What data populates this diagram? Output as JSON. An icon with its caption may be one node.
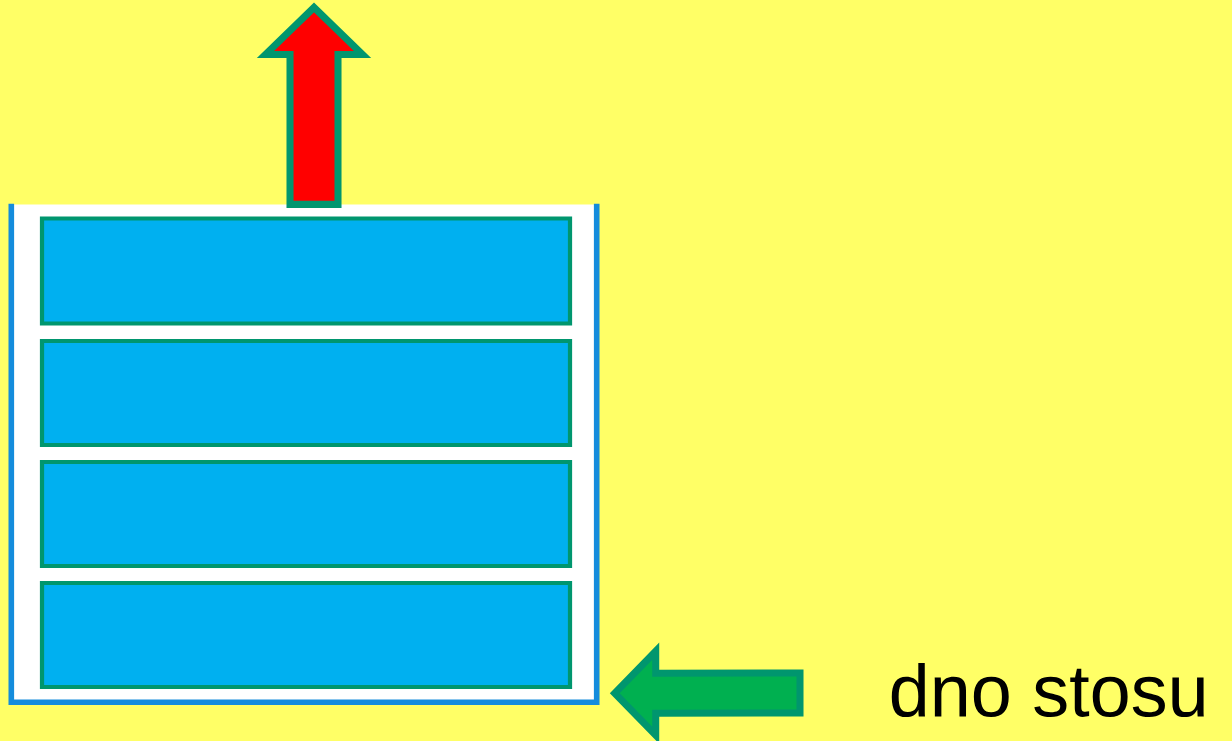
{
  "diagram": {
    "nodes": [
      {
        "text": [],
        "shape": "box"
      },
      {
        "text": [],
        "shape": "box",
        "in": 0
      },
      {
        "text": [],
        "shape": "box",
        "in": 0
      },
      {
        "text": [],
        "shape": "box",
        "in": 0
      },
      {
        "text": [],
        "shape": "box",
        "in": 0
      },
      {
        "text": [
          "dno stosu"
        ]
      }
    ],
    "edges": [
      {
        "from": 1,
        "to": null,
        "arrow": "to",
        "style": "thick",
        "color": "#ff0000"
      },
      {
        "from": 5,
        "to": 0,
        "arrow": "to",
        "style": "thick",
        "color": "#00b050"
      }
    ]
  }
}
